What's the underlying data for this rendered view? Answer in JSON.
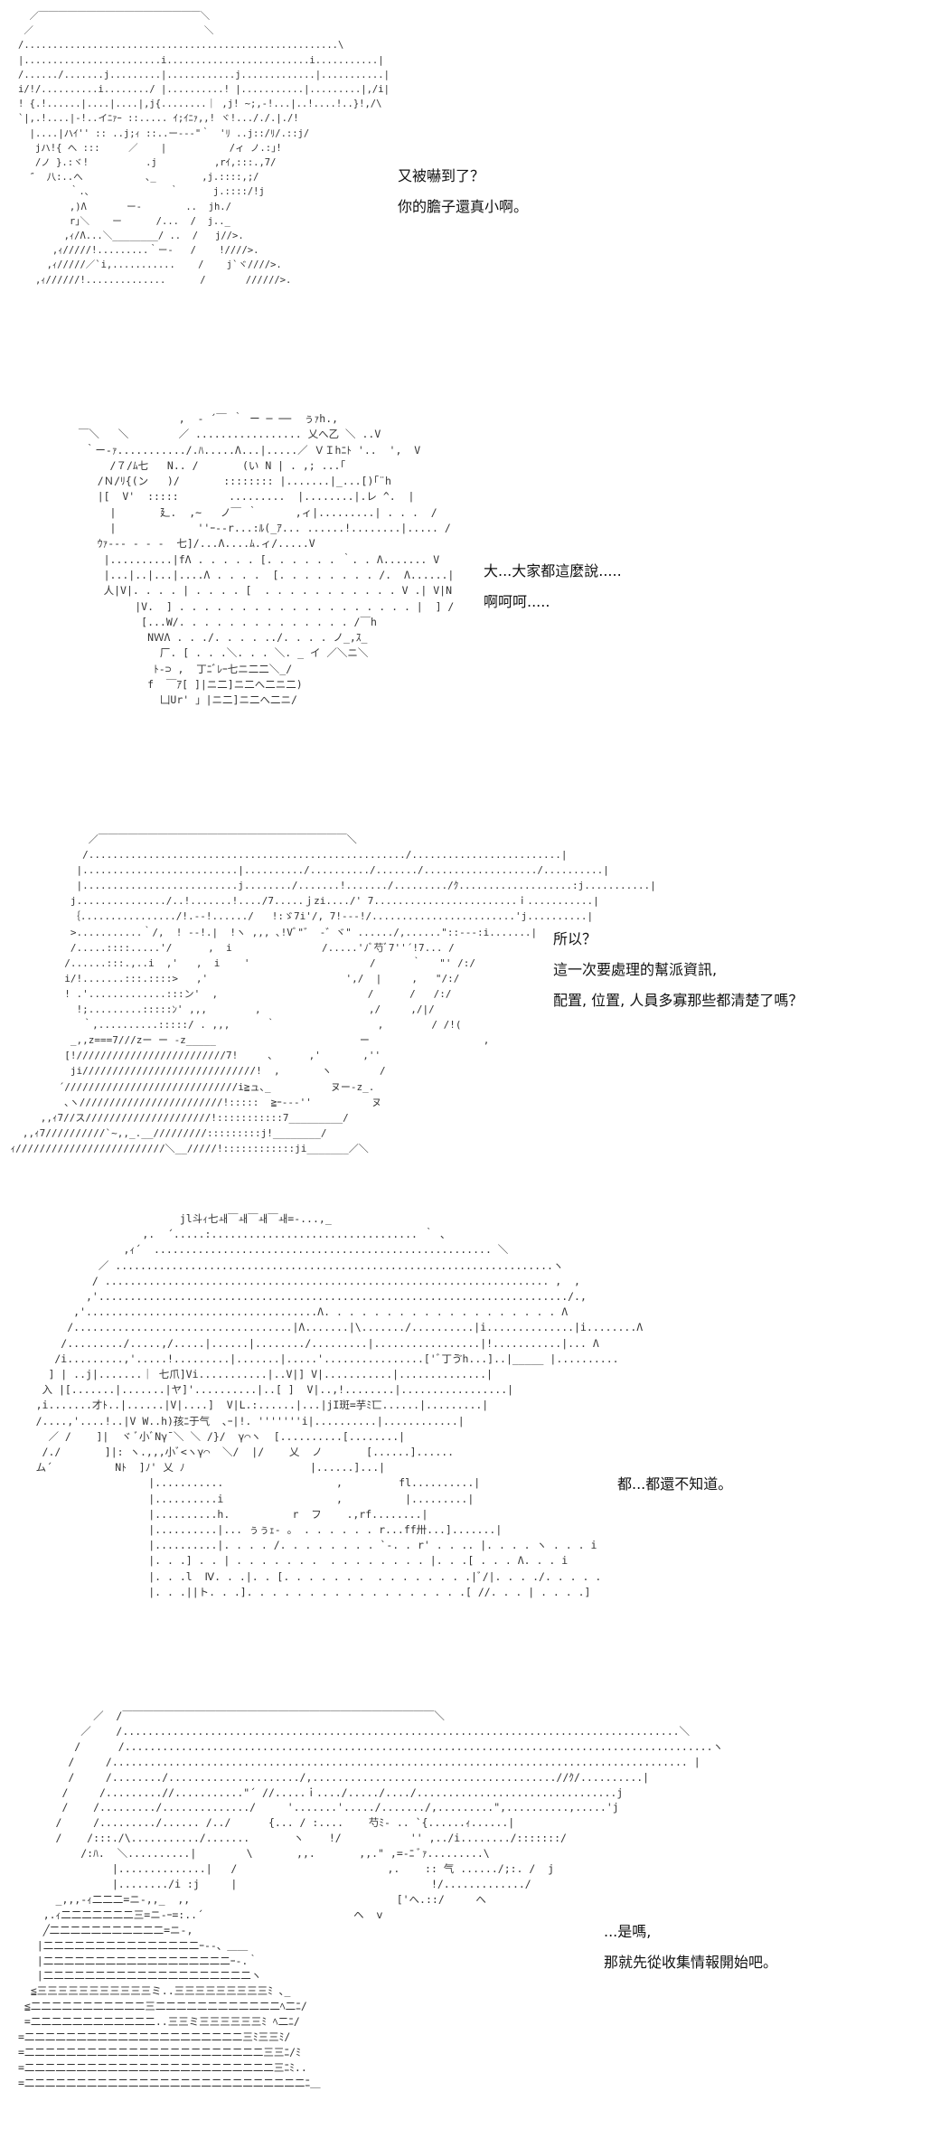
{
  "panels": [
    {
      "art": "  ／￣￣￣￣￣￣￣￣￣￣￣￣￣￣￣￣￣＼\n ／　　　　　　　　　　　　　　　　　　＼\n/.......................................................\\\n|........................i.........................i...........|\n/....../.......j.........|............j.............|...........|\ni/!/..........i......../ |..........! |...........|.........|,/i|\n! {.!......|....|....|,j{........｜ ,j! ~;,-!...|..!....!..}!,/\\\n`|,.!....|-!..イﾆｧｰ ::..... ｲ;ｲﾆｧ,,! ヾ!..././.|./!\n  |....|ハｲ'' :: ..j;ｨ ::..ー--‐\"｀　'ﾘ ..j::/ﾘ/.::j/\n   jハ!{ へ :::     ／    |           /ィ ノ.:｣!\n   /ノ }.:ヾ!          .j          ,rｲ,:::.,7/\n  ″  八:..へ           ､_        ,j.::::,;/\n         ｀.､              ｀      j.::::/!j\n         ,)Λ       ー‐   　   ..  jh./\n         r｣＼    ー      /...  /  j.._\n        ,ｨ/Λ...＼________/ ..  /   j//>.\n      ,ｨ/////!.........｀ー‐   /    !////>.\n     ,ｨ/////／`i,...........    /    j`ヾ////>.\n   ,ｨ//////!..............      /       //////>.",
      "dialog": [
        "又被嚇到了？",
        "你的膽子還真小啊。"
      ]
    },
    {
      "art": "                 ,  ‐ ´￣ ｀ ー ─ ──  ぅｧh.,\n ￣＼   ＼        ／ ................. 乂へ乙 ＼ ..V\n  ｀ー-ｧ.........../.ﾊ.....Λ...|.....／ ＶＩhﾆﾄ '..  ',  V\n      /７/ﾑ七   N.. /       (い N | . ,; ...｢\n    /Ｎ/ﾘ{(ン   )/       :::::::: |.......|_...[)｢¨h\n    |[  V'  :::::        .........  |........|.レ ^.  |\n      |       廴.  ,~   ノ￣ ｀      ,ィ|.........| . . .  /\n      |             ''ｰ--r...:ﾙ(_ｱ... ......!........|..... /\n    ｳｧ-‐‐ ‐ ‐ ‐  七]/...Λ....ﾑ.ィ/.....V\n     |..........|fΛ . . . . . [. . . . . . ｀. . Λ....... V\n     |...|..|...|....Λ . . . .  [. . . . . . . . /.  Λ......|\n     人|V|. . . . | . . . . [  . . . . . . . . . . . V .| V|N\n          |V.  ] . . . . . . . . . . . . . . . . . . . |  ] /\n           [...W/. . . . . . . . . . . . . . /￣h\n            NＷΛ . . ./. . . . ../. . . . ノ_,ｽ_\n              厂. [ . . .＼. . . ＼. _ イ ／＼ニ＼\n             ﾄ-⊃ ,  丁ﾆﾞﾚｰ七ニ二二＼_/\n            f  ￣ｱ[ ]|ニ二]ニ二へ二ニ二)\n              凵Ur' 」|ニ二]ニ二へ二ニ/",
      "dialog": [
        "大...大家都這麼說.....",
        "啊呵呵....."
      ]
    },
    {
      "art": "              ／￣￣￣￣￣￣￣￣￣￣￣￣￣￣￣￣￣￣￣￣￣￣￣￣￣＼\n             /...................................................../.........................| \n            |..........................|........../........../......./.................../..........|\n            |..........................j......../.......!......./........./ｸ...................:j...........|\n           j.............../..!.......!..../7.....ｊzi..../' 7........................ｉ...........|\n           ｛................/!.--!....../   !:ゞ7i'/, 7!---!/........................'j..........|\n           >...........｀/,  ! --!.|  !ヽ ,,, ､!Vﾞ\"゛ -゛ヾ\" ....../,......\"::---:i.......| \n           /.....::::.....'/      ,  i               /.....'ﾉﾞ芍ﾞ7''´!7... /\n          /......:::.,..i  ,'   ,  i    '                    /      ｀   \"' /:/\n          i/!.......:::.::::>   ,'                       ',/  |     ,   \"/:/ \n          ! .'.............:::ン'  ,                         /      /   /:/\n            !;.........:::::ﾝ' ,,,        ,                  ,/     ,/|/  \n             ｀,..........:::::/ . ,,,      ｀                 ,        / /!(\n           _,,z===7///zー ー -z_____                        ー                   ,\n          [!/////////////////////////7!     ､      ,'       ,''\n           ji/////////////////////////////!  ,       ヽ        /\n         ´/////////////////////////////i≧ュ､_          ヌー-z_.\n          ､ヽ////////////////////////!:::::  ≧ｰ--‐''          ヌ\n      ,,ｨ7//ス/////////////////////!:::::::::::7_________/\n   ,,ｨ7//////////`~,,_.__/////////:::::::::j!________/\n ｨ/////////////////////////＼__/////!::::::::::::ji_______／＼",
      "dialog": [
        "所以？",
        "這一次要處理的幫派資訊,",
        "配置, 位置, 人員多寡那些都清楚了嗎？"
      ]
    },
    {
      "art": "                            jl斗ｨ七ￎ￣ￎ￣ￎ￣ￎ=-...,_\n                      ,.  ´.....:................................. ｀ ､\n                   ,ｨ´  ...................................................... ＼\n               ／ ......................................................................ヽ\n              / ....................................................................... ,  ,\n             ,'.........................................................................../.,\n           ,'.....................................Λ. . . . . . . . . . . . . . . . . . . Λ\n          /...................................|Λ.......|\\......./..........|i..............|i........Λ\n         /........./.....,/.....|......|......../.........|.................|!...........|... Λ\n        /i.........,'.....!.........|.......|.....'................['ﾞ丁ゔh...]..|_____ |..........\n       ] | ..j|.......｜ 七爪]Vi...........|..V|] V|...........|..............|\n      入 |[.......|.......|ヤ]'..........|..[ ]  V|..,!........|.................|\n     ,i.......才ﾄ..|......|V|....]  V|L.:......|...|jI斑=芋ﾐ匸......|.........|\n     /....,'....!..|V W..h)孩ﾆ于气  ､ｰ|!. '''''''i|..........|............|\n       ／ /    ]|  ヾ ﾞ小ﾞNγ¯＼ ＼ /}/  γ⌒ヽ  [..........[........|\n      /./       ]|: ヽ.,,,小ﾞ<ヽγ⌒  ＼/  |/    乂  ノ       [......]......\n     ム´          Nﾄ  ]ﾉ' 乂 ﾉ                    |......]...|\n                       |...........                  ,         fl..........|\n                       |..........i                  ,          |.........|\n                       |..........h.          r  フ    .,rf........|\n                       |..........|... ぅぅｪ- 。 . . . . . . r...ff卅...].......|\n                       |..........|. . . . /. . . . . . . . `-. . r' . . .. |. . . . ヽ . . . i\n                       |. . .] . . | . . . . . . .  . . . . . . . . |. . .[ . . . Λ. . . i\n                       |. . .l  Ⅳ. . .|. . [. . . . . . .  . . . . . . . .|ﾞ/|. . . ./. . . . .\n                       |. . .||ト. . .]. . . . . . . . . . . . . . . . . .[ //. . . | . . . .]",
      "dialog": [
        "都...都還不知道。"
      ]
    },
    {
      "art": "            ／  /￣￣￣￣￣￣￣￣￣￣￣￣￣￣￣￣￣￣￣￣￣￣￣￣￣￣￣￣￣￣＼\n          ／    /.........................................................................................＼\n         /      /..............................................................................................ヽ\n        /     /............................................................................................ |\n        /     /......../...................../,.......................................//ｸ/..........|\n       /     /.........//...........\"´ //.....ｉ..../...../..../................................j\n       /    /........./............../     '.......'...../......./,.........\",..........,.....'j\n      /     /........./...... /../      {... / :....    芍ﾐ- .. `{......ｨ......|\n      /    /:::./\\.........../.......       ヽ    !/           '' ,../i......../:::::::/\n          /:ﾊ.  ＼..........|        \\       ,,.       ,,.\" ,=-ﾆ ﾞｧ.........\\\n               |..............|   /                        ,.    :: 气 ....../;:. /  j\n               |......../i :j     |                               !/............./\n      _,,,-ｨ二二二=ニ-,,_  ,,                                 ['へ.::/     へ\n    ,.ｨ二二二二二二二三=ニ-ｰ=:..´                        ヘ  ⅴ\n    ╱二二二二二二二二二二二=ニ-,\n   |二二二二二二二二二二二二二二二ｰ--、＿＿\n   |二二二二二二二二二二二二二二二二二二ｰ-.｀\n   |二二二二二二二二二二二二二二二二二二二二ヽ\n  ≦三三三三三三三三三三三ミ..三三三三三三三三三ﾐ ､_\n ≦二二二二二二二二二二二三二二二二二二二二二二二二ﾍ二ﾆ/\n =二二二二二二二二二二二二..三三ミ三三三三三三ﾐ ﾍ二ﾆ/\n=二二二二二二二二二二二二二二二二二二二二二三ﾐ三三ﾐ/\n=二二二二二二二二二二二二二二二二二二二二二二二三三ﾆ/ﾐ\n=二二二二二二二二二二二二二二二二二二二二二二二二三ﾆﾐ..\n=二二二二二二二二二二二二二二二二二二二二二二二二二二二ﾆ＿",
      "dialog": [
        "...是嗎,",
        "那就先從收集情報開始吧。"
      ]
    }
  ]
}
